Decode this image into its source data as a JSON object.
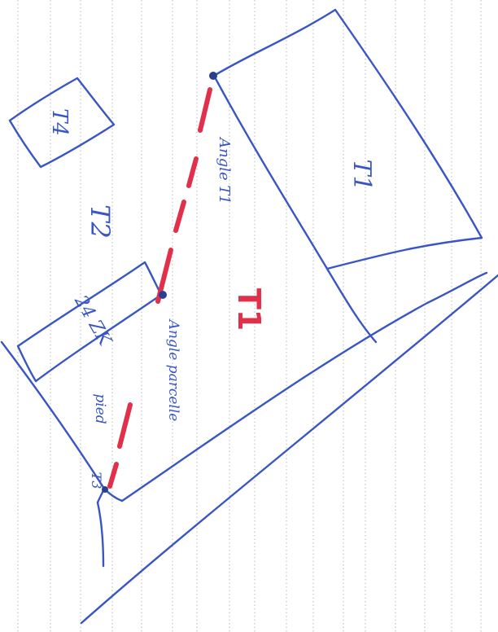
{
  "labels": {
    "t1_inside": "T1",
    "t1_center": "T1",
    "t2": "T2",
    "t3": "T3",
    "t4": "T4",
    "unit_24": "24 ZK",
    "angle_t1": "Angle T1",
    "angle_parcelle": "Angle parcelle",
    "pied": "pied"
  },
  "colors": {
    "paper": "#ffffff",
    "rule": "#b9b9b9",
    "ink_blue": "#3a56c4",
    "ink_red": "#e0304a",
    "point": "#2a3f8f"
  }
}
